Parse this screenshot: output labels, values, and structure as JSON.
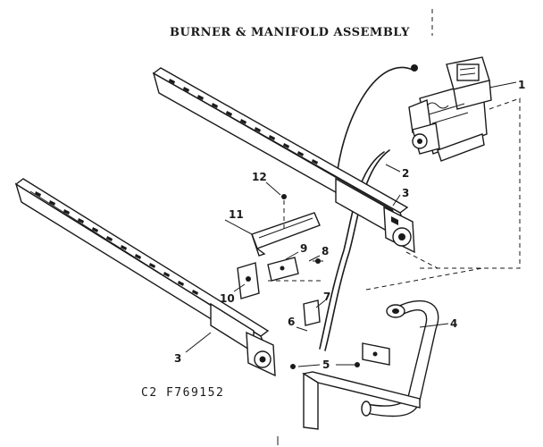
{
  "title": "BURNER & MANIFOLD ASSEMBLY",
  "diagram_code": "C2   F769152",
  "callouts": [
    {
      "id": "1",
      "label": "1"
    },
    {
      "id": "2",
      "label": "2"
    },
    {
      "id": "3a",
      "label": "3"
    },
    {
      "id": "3b",
      "label": "3"
    },
    {
      "id": "4",
      "label": "4"
    },
    {
      "id": "5",
      "label": "5"
    },
    {
      "id": "6",
      "label": "6"
    },
    {
      "id": "7",
      "label": "7"
    },
    {
      "id": "8",
      "label": "8"
    },
    {
      "id": "9",
      "label": "9"
    },
    {
      "id": "10",
      "label": "10"
    },
    {
      "id": "11",
      "label": "11"
    },
    {
      "id": "12",
      "label": "12"
    }
  ]
}
